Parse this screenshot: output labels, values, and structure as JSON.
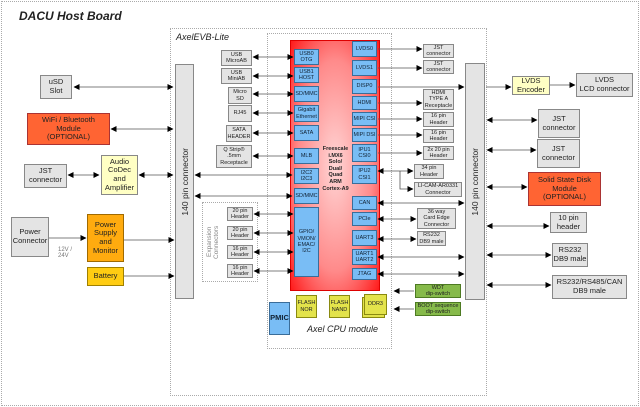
{
  "titles": {
    "host": "DACU Host Board",
    "evb": "AxelEVB-Lite",
    "cpu_module": "Axel CPU module"
  },
  "cpu": {
    "label": "Freescale\ni.MX6\nSolo/\nDual/\nQuad\nARM\nCortex-A9"
  },
  "connectors": {
    "left": "140 pin connector",
    "right": "140 pin connector"
  },
  "cpu_left": [
    "USB0\nOTG",
    "USB1\nHOST",
    "SD/MMC",
    "Gigabit\nEthernet",
    "SATA",
    "MLB",
    "I2C2\nI2C3",
    "SD/MMC",
    "GPIO/\nVMON/\nEMAC/\nI2C"
  ],
  "cpu_right": [
    "LVDS0",
    "LVDS1",
    "DISP0",
    "HDMI",
    "MIPI CSI",
    "MIPI DSI",
    "IPU1\nCSI0",
    "IPU2\nCSI1",
    "CAN",
    "PCIe",
    "UART3",
    "UART1\nUART2",
    "JTAG"
  ],
  "evb_left": [
    "USB\nMicroAB",
    "USB\nMiniAB",
    "Micro\nSD",
    "RJ45",
    "SATA\nHEADER",
    "Q Strip®\n.5mm\nReceptacle"
  ],
  "expansion": {
    "label": "Expansion\nConnectors",
    "headers": [
      "20 pin\nHeader",
      "20 pin\nHeader",
      "16 pin\nHeader",
      "16 pin\nHeader"
    ]
  },
  "evb_right": [
    "JST\nconnector",
    "JST\nconnector",
    "HDMI\nTYPE A\nReceptacle",
    "16 pin\nHeader",
    "16 pin\nHeader",
    "2x 20 pin\nHeader",
    "34 pin\nHeader",
    "LI-CAM-AR0331\nConnector",
    "36 way\nCard Edge\nConnector",
    "RS232\nDB9 male"
  ],
  "switches": [
    "WDT\ndip-switch",
    "BOOT sequence\ndip-switch"
  ],
  "memory": [
    "FLASH\nNOR",
    "FLASH\nNAND",
    "DDR3"
  ],
  "pmic": "PMIC",
  "host_left": {
    "usd": "uSD\nSlot",
    "wifi": "WiFi / Bluetooth\nModule\n(OPTIONAL)",
    "jst": "JST\nconnector",
    "audio": "Audio\nCoDec\nand\nAmplifier",
    "power_conn": "Power\nConnector",
    "voltage": "12V /\n24V",
    "psu": "Power\nSupply\nand\nMonitor",
    "battery": "Battery"
  },
  "host_right": {
    "lvds_enc": "LVDS\nEncoder",
    "lvds_lcd": "LVDS\nLCD connector",
    "jst1": "JST\nconnector",
    "jst2": "JST\nconnector",
    "ssd": "Solid State Disk\nModule\n(OPTIONAL)",
    "hdr10": "10 pin\nheader",
    "rs232": "RS232\nDB9 male",
    "rs485": "RS232/RS485/CAN\nDB9 male"
  }
}
